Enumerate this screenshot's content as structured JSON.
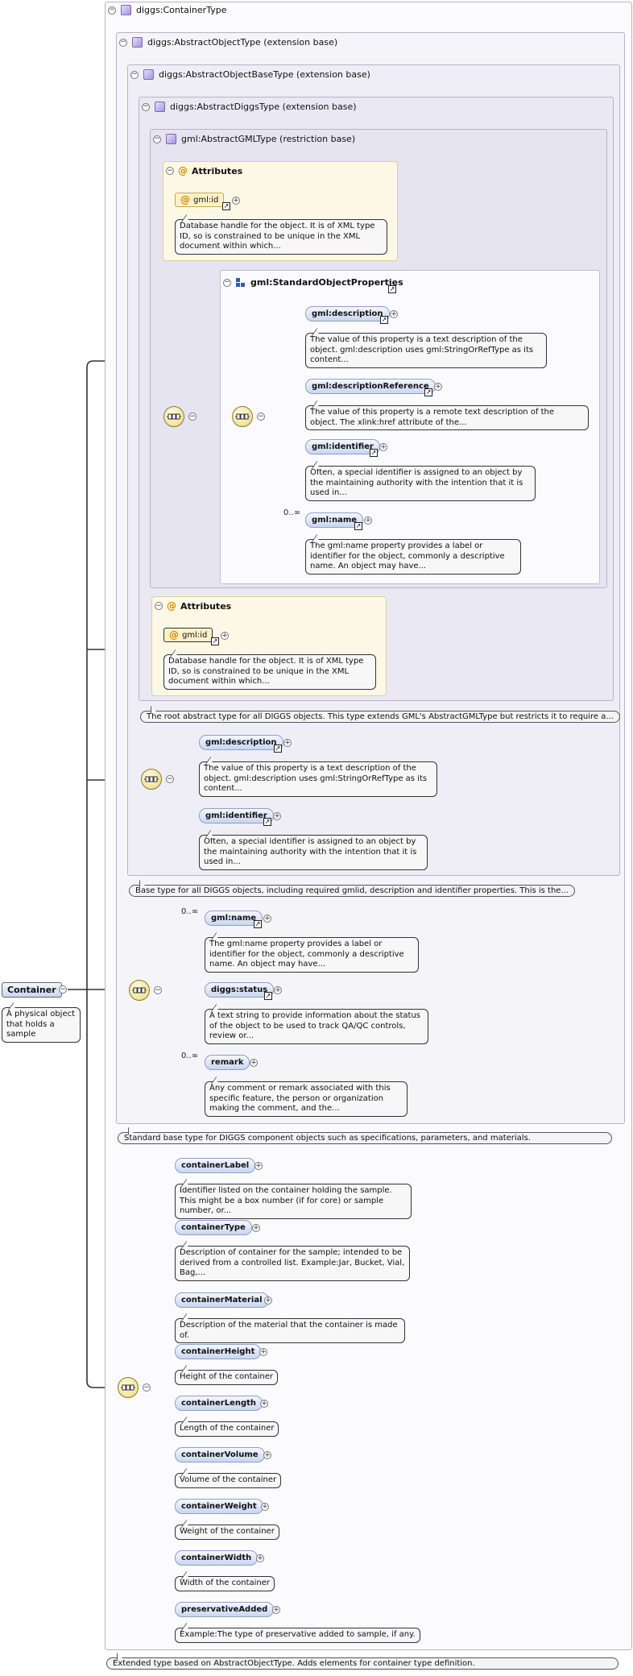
{
  "root": {
    "label": "Container",
    "description": "A physical object that holds a sample"
  },
  "types": {
    "container_type": "diggs:ContainerType",
    "abstract_object": "diggs:AbstractObjectType (extension base)",
    "abstract_object_base": "diggs:AbstractObjectBaseType (extension base)",
    "abstract_diggs": "diggs:AbstractDiggsType (extension base)",
    "abstract_gml": "gml:AbstractGMLType (restriction base)"
  },
  "attributes": {
    "header": "Attributes",
    "gml_attr": "gml:id",
    "gml_attr_desc": "Database handle for the object. It is of XML type ID, so is constrained to be unique in the XML document within which...",
    "diggs_attr": "gml:id",
    "diggs_attr_desc": "Database handle for the object. It is of XML type ID, so is constrained to be unique in the XML document within which..."
  },
  "standard_props": {
    "group": "gml:StandardObjectProperties",
    "items": [
      {
        "label": "gml:description",
        "desc": "The value of this property is a text description of the object. gml:description uses gml:StringOrRefType as its content...",
        "occurs": ""
      },
      {
        "label": "gml:descriptionReference",
        "desc": "The value of this property is a remote text description of the object. The xlink:href attribute of the...",
        "occurs": ""
      },
      {
        "label": "gml:identifier",
        "desc": "Often, a special identifier is assigned to an object by the maintaining authority with the intention that it is used in...",
        "occurs": ""
      },
      {
        "label": "gml:name",
        "desc": "The gml:name property provides a label or identifier for the object, commonly a descriptive name. An object may have...",
        "occurs": "0..∞"
      }
    ]
  },
  "diggs_type_caption": "The root abstract type for all DIGGS objects. This type extends GML's AbstractGMLType but restricts it to require a...",
  "base_props": [
    {
      "label": "gml:description",
      "desc": "The value of this property is a text description of the object. gml:description uses gml:StringOrRefType as its content..."
    },
    {
      "label": "gml:identifier",
      "desc": "Often, a special identifier is assigned to an object by the maintaining authority with the intention that it is used in..."
    }
  ],
  "base_caption": "Base type for all DIGGS objects, including required gmlid, description and identifier properties. This is the...",
  "object_props": [
    {
      "label": "gml:name",
      "desc": "The gml:name property provides a label or identifier for the object, commonly a descriptive name. An object may have...",
      "occurs": "0..∞"
    },
    {
      "label": "diggs:status",
      "desc": "A text string to provide information about the status of the object to be used to track QA/QC controls, review or...",
      "occurs": ""
    },
    {
      "label": "remark",
      "desc": "Any comment or remark associated with this specific feature, the person or organization making the comment, and the...",
      "occurs": "0..∞"
    }
  ],
  "object_caption": "Standard base type for DIGGS component objects such as specifications, parameters, and materials.",
  "container_props": [
    {
      "label": "containerLabel",
      "desc": "Identifier listed on the container holding the sample. This might be a box number (if for core) or sample number, or..."
    },
    {
      "label": "containerType",
      "desc": "Description of container for the sample; intended to be derived from a controlled list. Example:Jar, Bucket, Vial, Bag,..."
    },
    {
      "label": "containerMaterial",
      "desc": "Description of the material that the container is made of."
    },
    {
      "label": "containerHeight",
      "desc": "Height of the container"
    },
    {
      "label": "containerLength",
      "desc": "Length of the container"
    },
    {
      "label": "containerVolume",
      "desc": "Volume of the container"
    },
    {
      "label": "containerWeight",
      "desc": "Weight of the container"
    },
    {
      "label": "containerWidth",
      "desc": "Width of the container"
    },
    {
      "label": "preservativeAdded",
      "desc": "Example:The type of preservative added to sample, if any."
    }
  ],
  "container_caption": "Extended type based on AbstractObjectType. Adds elements for container type definition.",
  "icons": {
    "type": "complex-type-icon",
    "sequence": "sequence-icon",
    "group": "model-group-icon",
    "reference": "reference-arrow-icon",
    "attribute": "attribute-at-icon"
  }
}
